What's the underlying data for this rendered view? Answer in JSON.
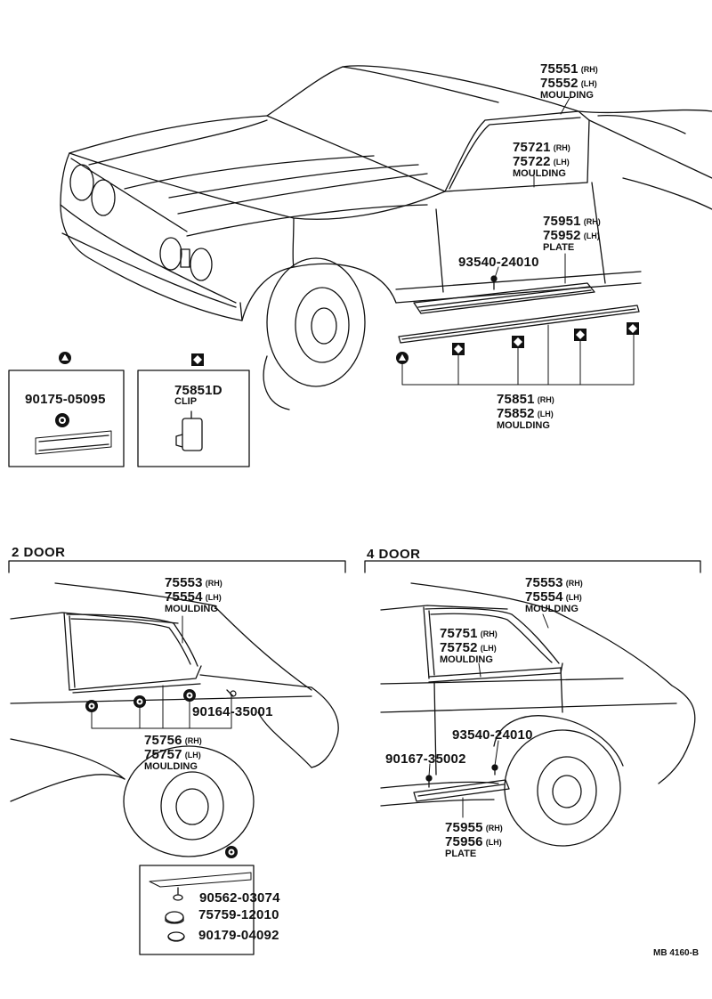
{
  "groups": {
    "g1": {
      "rh": "75551",
      "rh_sfx": "(RH)",
      "lh": "75552",
      "lh_sfx": "(LH)",
      "name": "MOULDING"
    },
    "g2": {
      "rh": "75721",
      "rh_sfx": "(RH)",
      "lh": "75722",
      "lh_sfx": "(LH)",
      "name": "MOULDING"
    },
    "g3": {
      "rh": "75951",
      "rh_sfx": "(RH)",
      "lh": "75952",
      "lh_sfx": "(LH)",
      "name": "PLATE"
    },
    "g4": {
      "rh": "75851",
      "rh_sfx": "(RH)",
      "lh": "75852",
      "lh_sfx": "(LH)",
      "name": "MOULDING"
    },
    "g5": {
      "rh": "75553",
      "rh_sfx": "(RH)",
      "lh": "75554",
      "lh_sfx": "(LH)",
      "name": "MOULDING"
    },
    "g6": {
      "rh": "75756",
      "rh_sfx": "(RH)",
      "lh": "75757",
      "lh_sfx": "(LH)",
      "name": "MOULDING"
    },
    "g7": {
      "rh": "75553",
      "rh_sfx": "(RH)",
      "lh": "75554",
      "lh_sfx": "(LH)",
      "name": "MOULDING"
    },
    "g8": {
      "rh": "75751",
      "rh_sfx": "(RH)",
      "lh": "75752",
      "lh_sfx": "(LH)",
      "name": "MOULDING"
    },
    "g9": {
      "rh": "75955",
      "rh_sfx": "(RH)",
      "lh": "75956",
      "lh_sfx": "(LH)",
      "name": "PLATE"
    }
  },
  "singles": {
    "p_93540_a": "93540-24010",
    "p_90175": "90175-05095",
    "p_75851d": "75851D",
    "p_clip": "CLIP",
    "p_90164": "90164-35001",
    "p_90562": "90562-03074",
    "p_75759": "75759-12010",
    "p_90179": "90179-04092",
    "p_93540_b": "93540-24010",
    "p_90167": "90167-35002"
  },
  "sections": {
    "two_door": "2 DOOR",
    "four_door": "4 DOOR"
  },
  "footer": {
    "code": "MB 4160-B"
  },
  "symbols": {
    "triangle": "triangle-in-circle-icon",
    "diamond": "diamond-in-circle-icon",
    "dot": "dot-in-circle-icon"
  }
}
